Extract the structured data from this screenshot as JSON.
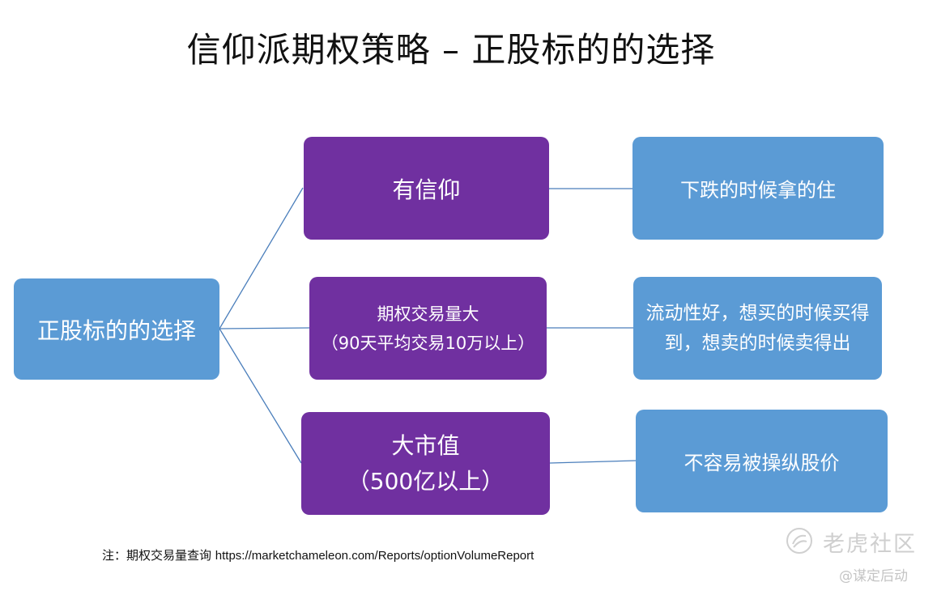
{
  "title": "信仰派期权策略 – 正股标的的选择",
  "root": {
    "label": "正股标的的选择"
  },
  "criteria": [
    {
      "line1": "有信仰",
      "line2": ""
    },
    {
      "line1": "期权交易量大",
      "line2": "（90天平均交易10万以上）"
    },
    {
      "line1": "大市值",
      "line2": "（500亿以上）"
    }
  ],
  "outcomes": [
    {
      "line1": "下跌的时候拿的住",
      "line2": ""
    },
    {
      "line1": "流动性好，想买的时候买得",
      "line2": "到，想卖的时候卖得出"
    },
    {
      "line1": "不容易被操纵股价",
      "line2": ""
    }
  ],
  "note": {
    "prefix": "注：期权交易量查询 ",
    "url": "https://marketchameleon.com/Reports/optionVolumeReport"
  },
  "watermark": {
    "name": "老虎社区",
    "user": "@谋定后动"
  },
  "colors": {
    "root": "#5b9bd5",
    "criteria": "#7030a0",
    "outcomes": "#5b9bd5",
    "connector": "#4a7ebb"
  }
}
